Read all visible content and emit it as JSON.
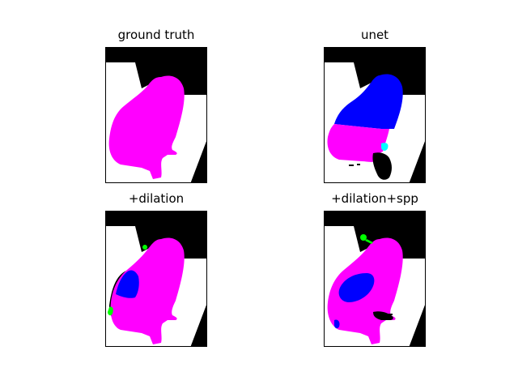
{
  "figure": {
    "panels": [
      {
        "title": "ground truth"
      },
      {
        "title": "unet"
      },
      {
        "title": "+dilation"
      },
      {
        "title": "+dilation+spp"
      }
    ],
    "colors": {
      "background": "#000000",
      "floor": "#ffffff",
      "class_magenta": "#ff00ff",
      "class_blue": "#0000ff",
      "class_green": "#00ff00",
      "class_cyan": "#00ffff"
    }
  }
}
